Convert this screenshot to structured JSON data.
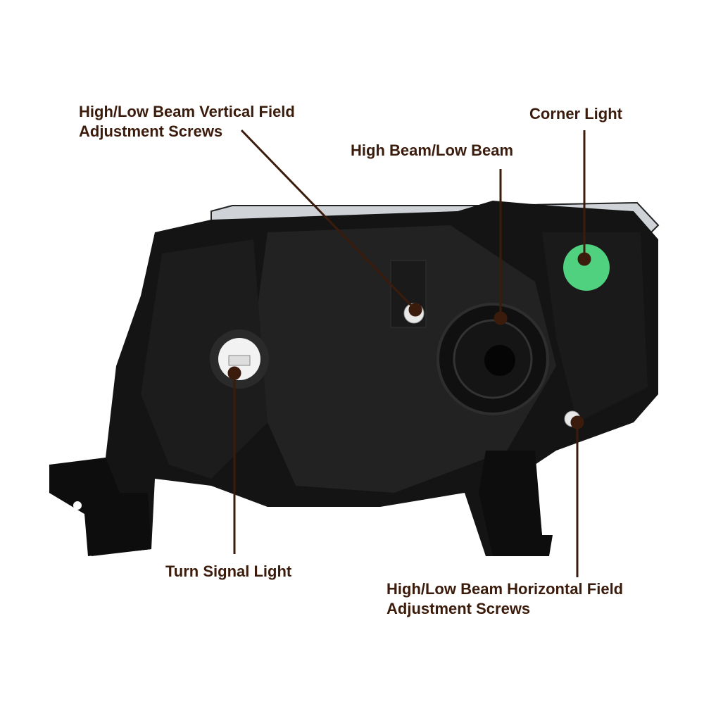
{
  "callouts": {
    "vertical_screws": {
      "line1": "High/Low Beam Vertical Field",
      "line2": "Adjustment Screws"
    },
    "high_low_beam": {
      "text": "High Beam/Low Beam"
    },
    "corner_light": {
      "text": "Corner Light"
    },
    "turn_signal": {
      "text": "Turn Signal Light"
    },
    "horizontal_screws": {
      "line1": "High/Low Beam Horizontal Field",
      "line2": "Adjustment Screws"
    }
  },
  "colors": {
    "label": "#3b1c0c",
    "corner_light_socket": "#4fd17f"
  }
}
